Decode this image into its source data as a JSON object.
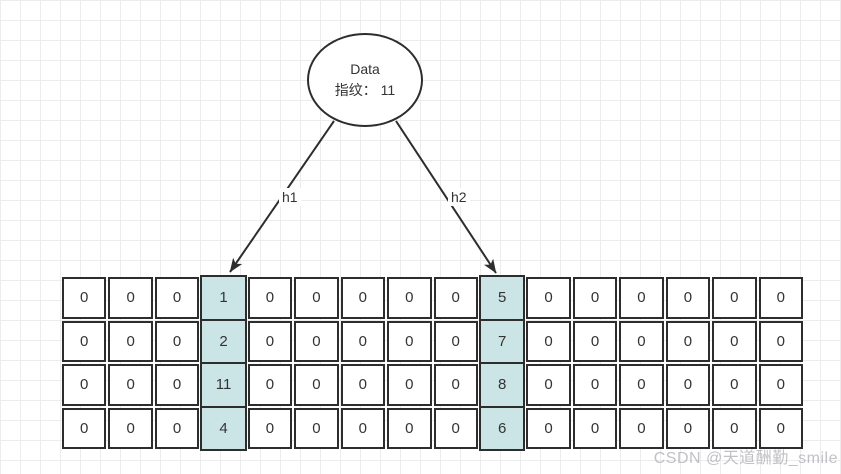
{
  "diagram": {
    "node": {
      "title": "Data",
      "subtitle": "指纹： 11"
    },
    "edges": [
      {
        "label": "h1",
        "target_column": 3
      },
      {
        "label": "h2",
        "target_column": 9
      }
    ],
    "table": {
      "columns": 16,
      "rows": [
        [
          "0",
          "0",
          "0",
          "1",
          "0",
          "0",
          "0",
          "0",
          "0",
          "5",
          "0",
          "0",
          "0",
          "0",
          "0",
          "0"
        ],
        [
          "0",
          "0",
          "0",
          "2",
          "0",
          "0",
          "0",
          "0",
          "0",
          "7",
          "0",
          "0",
          "0",
          "0",
          "0",
          "0"
        ],
        [
          "0",
          "0",
          "0",
          "11",
          "0",
          "0",
          "0",
          "0",
          "0",
          "8",
          "0",
          "0",
          "0",
          "0",
          "0",
          "0"
        ],
        [
          "0",
          "0",
          "0",
          "4",
          "0",
          "0",
          "0",
          "0",
          "0",
          "6",
          "0",
          "0",
          "0",
          "0",
          "0",
          "0"
        ]
      ],
      "highlighted_columns": [
        3,
        9
      ],
      "highlighted_values_h1": [
        "1",
        "2",
        "11",
        "4"
      ],
      "highlighted_values_h2": [
        "5",
        "7",
        "8",
        "6"
      ]
    },
    "colors": {
      "stroke": "#2d2d2d",
      "cell_fill": "#ffffff",
      "highlight_fill": "#cbe5e6",
      "text": "#333333",
      "grid_line": "#ececec",
      "watermark": "#8f8f9a"
    }
  },
  "watermark": "CSDN @天道酬勤_smile"
}
